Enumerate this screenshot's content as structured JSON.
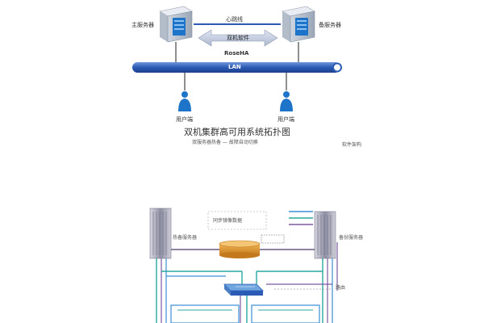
{
  "top": {
    "primary_server": "主服务器",
    "backup_server": "备服务器",
    "heartbeat": "心跳线",
    "software": "双机软件",
    "brand": "RoseHA",
    "lan": "LAN",
    "client_left": "用户端",
    "client_right": "用户端",
    "title": "双机集群高可用系统拓扑图",
    "caption": "双服务器热备 — 故障自动切换",
    "note": "软件架构"
  },
  "bottom": {
    "center_label": "同步镜像数据",
    "left_label": "热备服务器",
    "right_label": "备份服务器",
    "side_note": "路由"
  },
  "colors": {
    "lan_blue": "#2b5bb5",
    "server_blue": "#1e74c8",
    "disk_orange": "#d8922c",
    "teal": "#2aa7a0",
    "purple": "#7a5aa0"
  }
}
